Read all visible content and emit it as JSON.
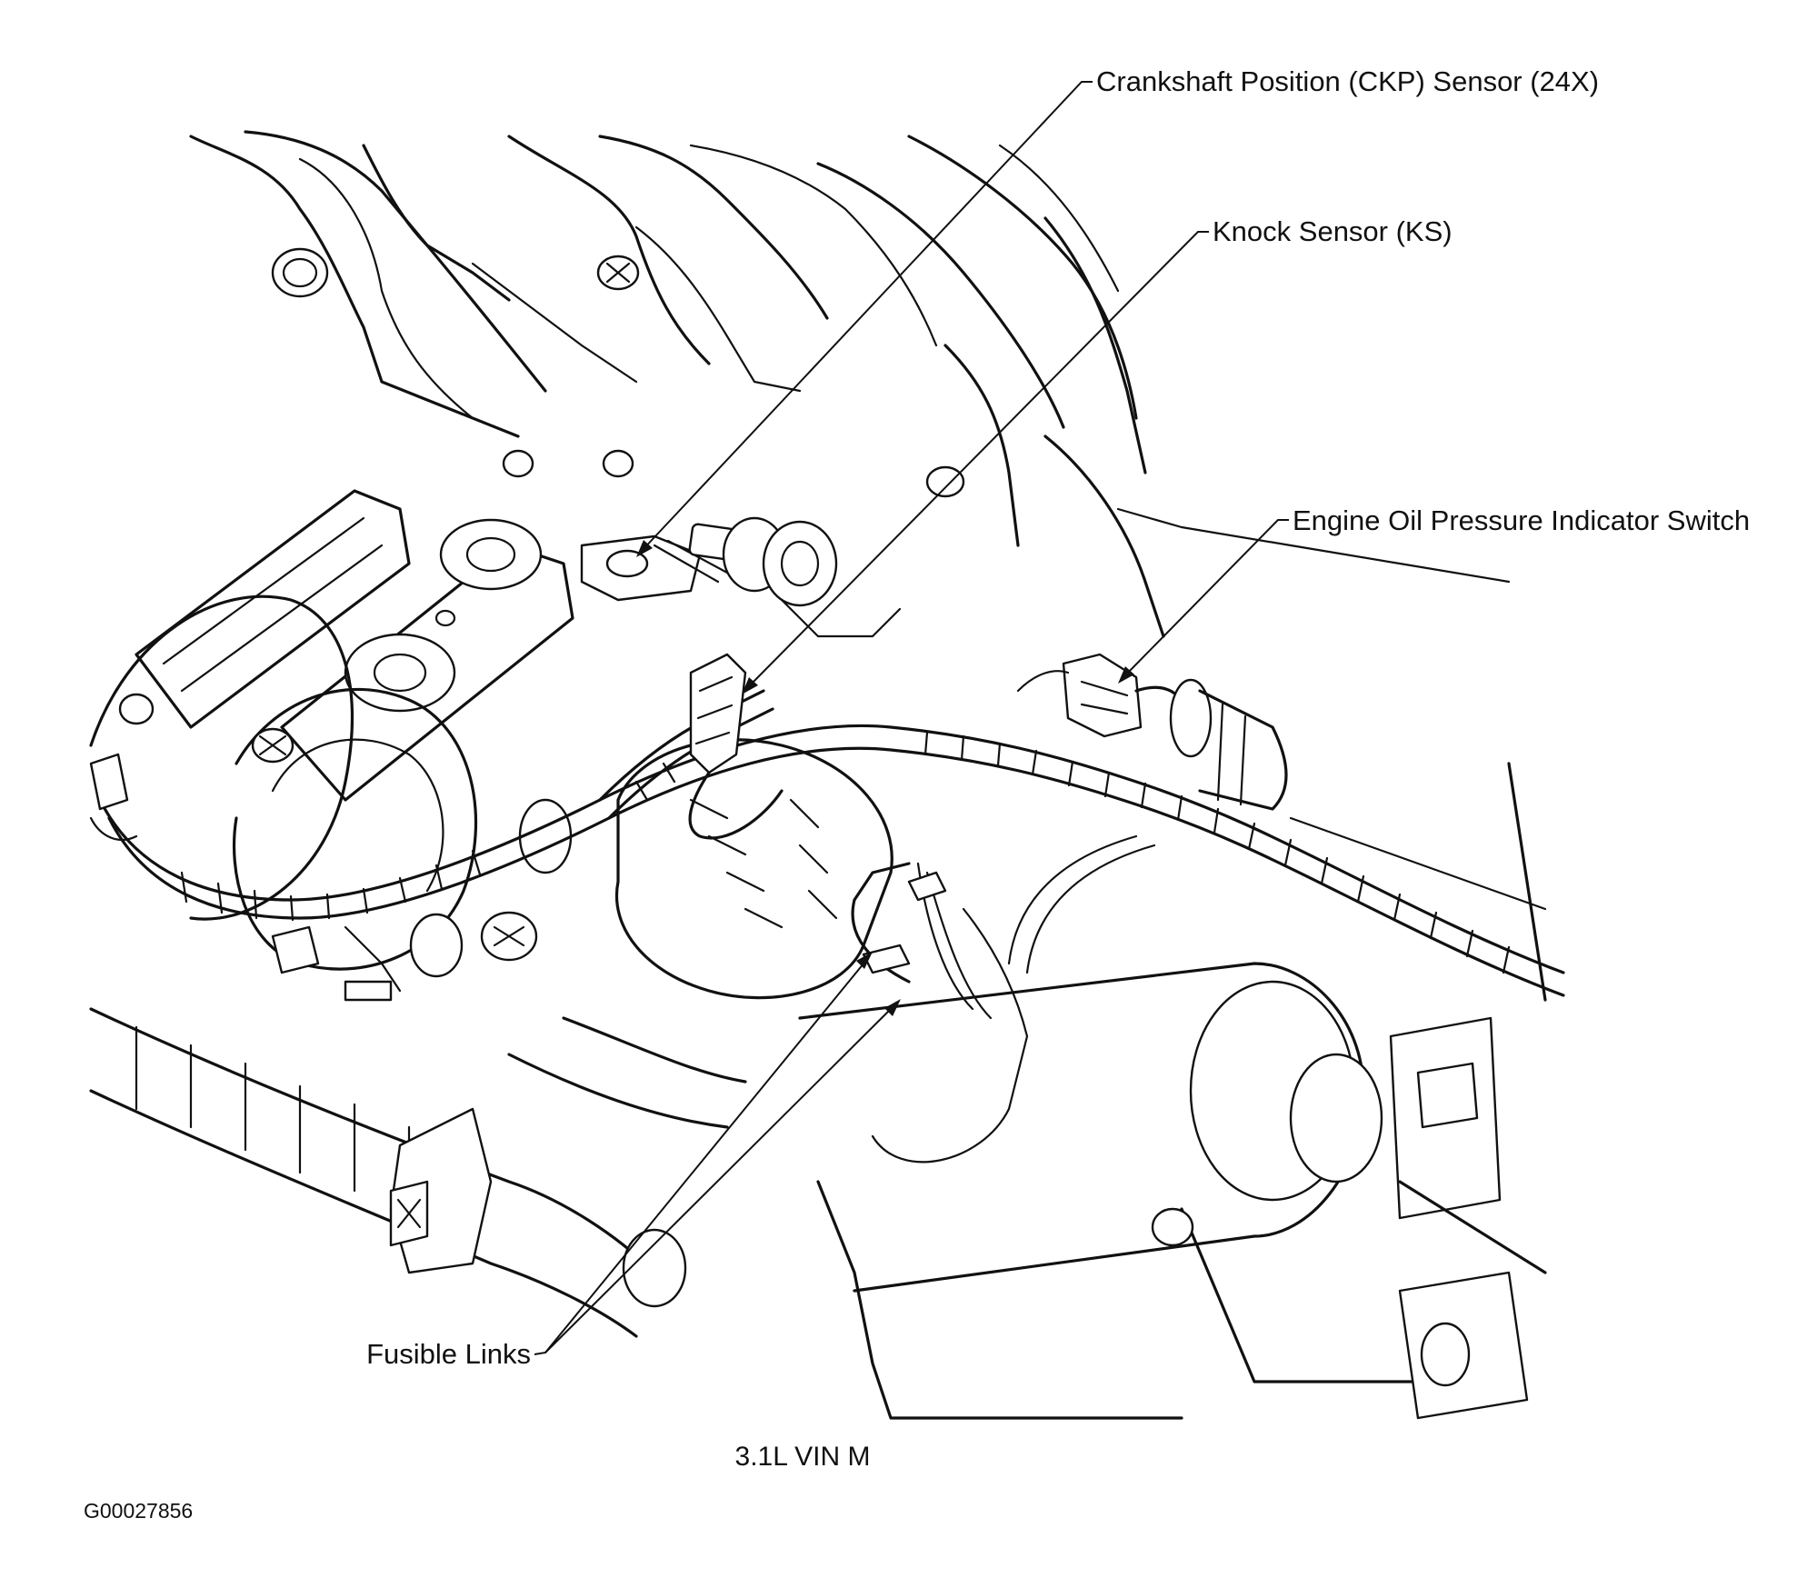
{
  "labels": {
    "ckp": "Crankshaft Position (CKP) Sensor (24X)",
    "ks": "Knock Sensor (KS)",
    "oil": "Engine Oil Pressure Indicator Switch",
    "fusible": "Fusible Links"
  },
  "caption": "3.1L VIN M",
  "figure_code": "G00027856"
}
